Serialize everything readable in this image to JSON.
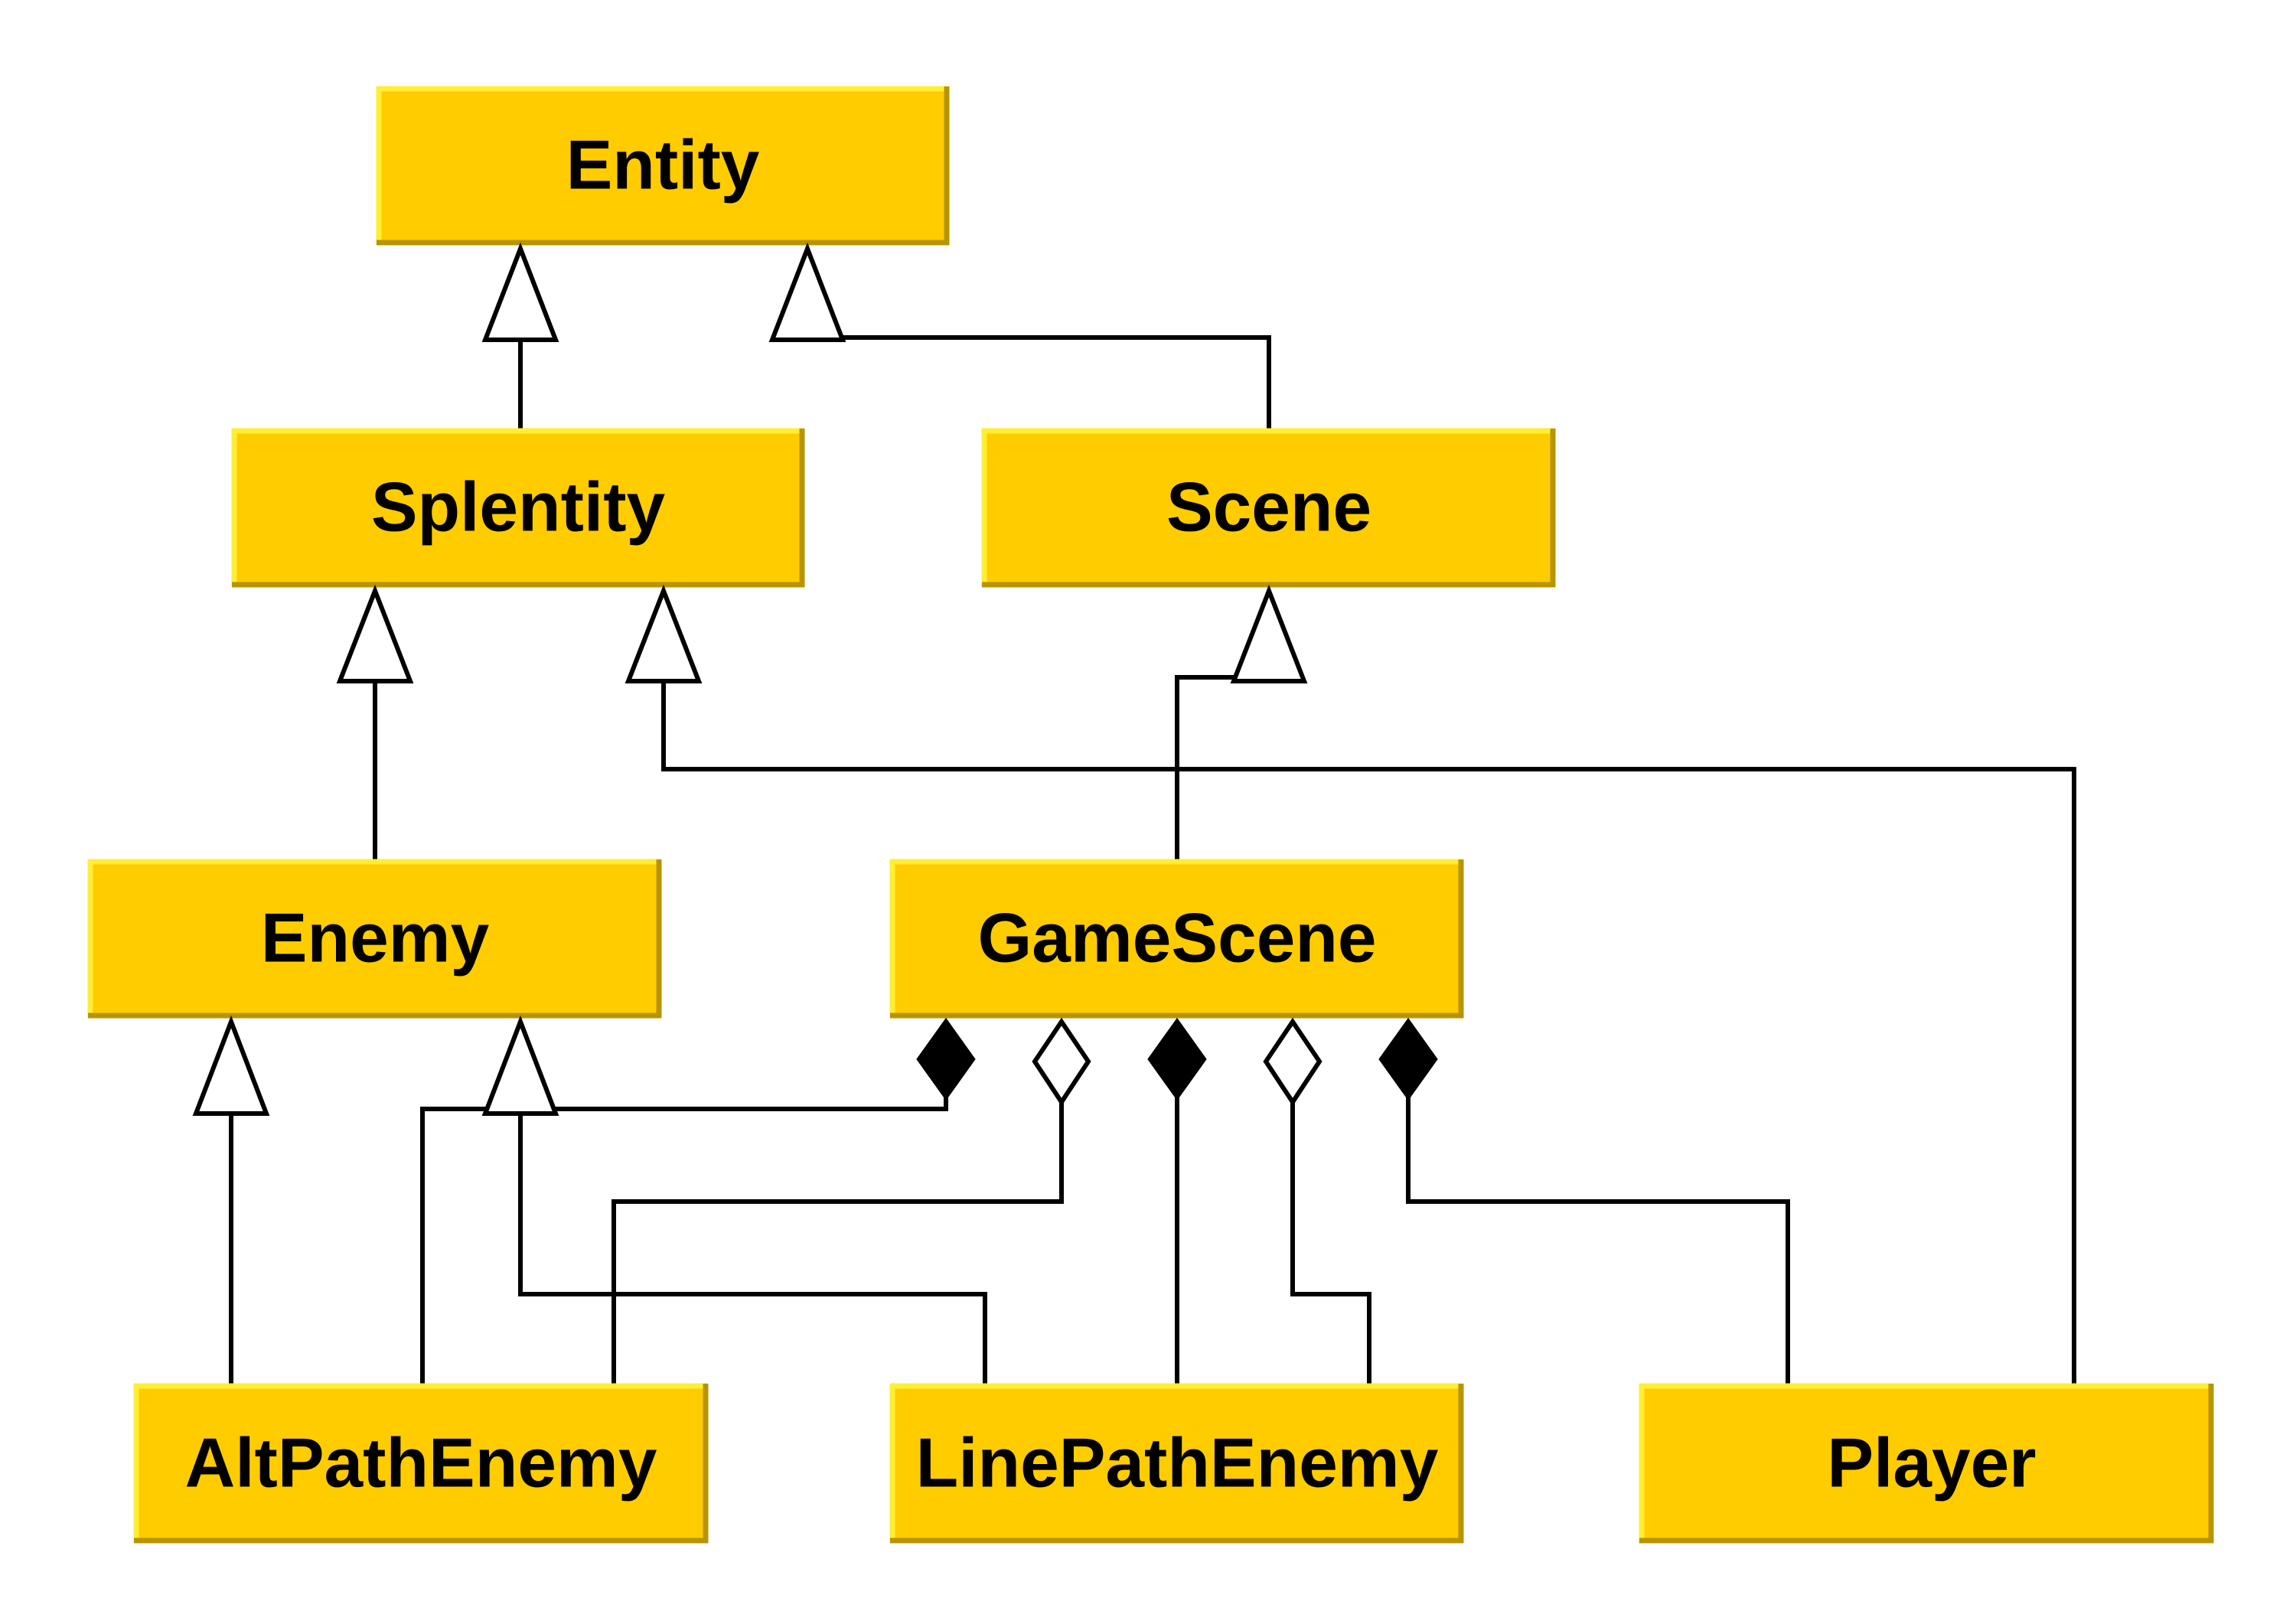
{
  "colors": {
    "box_fill": "#ffcc00",
    "box_highlight": "#ffee33",
    "box_shadow": "#b89400",
    "text": "#000000",
    "line": "#000000",
    "background": "#ffffff"
  },
  "diagram": {
    "classes": [
      {
        "id": "entity",
        "label": "Entity"
      },
      {
        "id": "splentity",
        "label": "Splentity"
      },
      {
        "id": "scene",
        "label": "Scene"
      },
      {
        "id": "enemy",
        "label": "Enemy"
      },
      {
        "id": "gamescene",
        "label": "GameScene"
      },
      {
        "id": "altpathenemy",
        "label": "AltPathEnemy"
      },
      {
        "id": "linepathenemy",
        "label": "LinePathEnemy"
      },
      {
        "id": "player",
        "label": "Player"
      }
    ],
    "relations": [
      {
        "from": "splentity",
        "to": "entity",
        "kind": "generalization"
      },
      {
        "from": "scene",
        "to": "entity",
        "kind": "generalization"
      },
      {
        "from": "enemy",
        "to": "splentity",
        "kind": "generalization"
      },
      {
        "from": "player",
        "to": "splentity",
        "kind": "generalization"
      },
      {
        "from": "gamescene",
        "to": "scene",
        "kind": "generalization"
      },
      {
        "from": "altpathenemy",
        "to": "enemy",
        "kind": "generalization"
      },
      {
        "from": "linepathenemy",
        "to": "enemy",
        "kind": "generalization"
      },
      {
        "from": "altpathenemy",
        "to": "gamescene",
        "kind": "composition"
      },
      {
        "from": "altpathenemy",
        "to": "gamescene",
        "kind": "aggregation"
      },
      {
        "from": "linepathenemy",
        "to": "gamescene",
        "kind": "composition"
      },
      {
        "from": "linepathenemy",
        "to": "gamescene",
        "kind": "aggregation"
      },
      {
        "from": "player",
        "to": "gamescene",
        "kind": "composition"
      }
    ]
  }
}
